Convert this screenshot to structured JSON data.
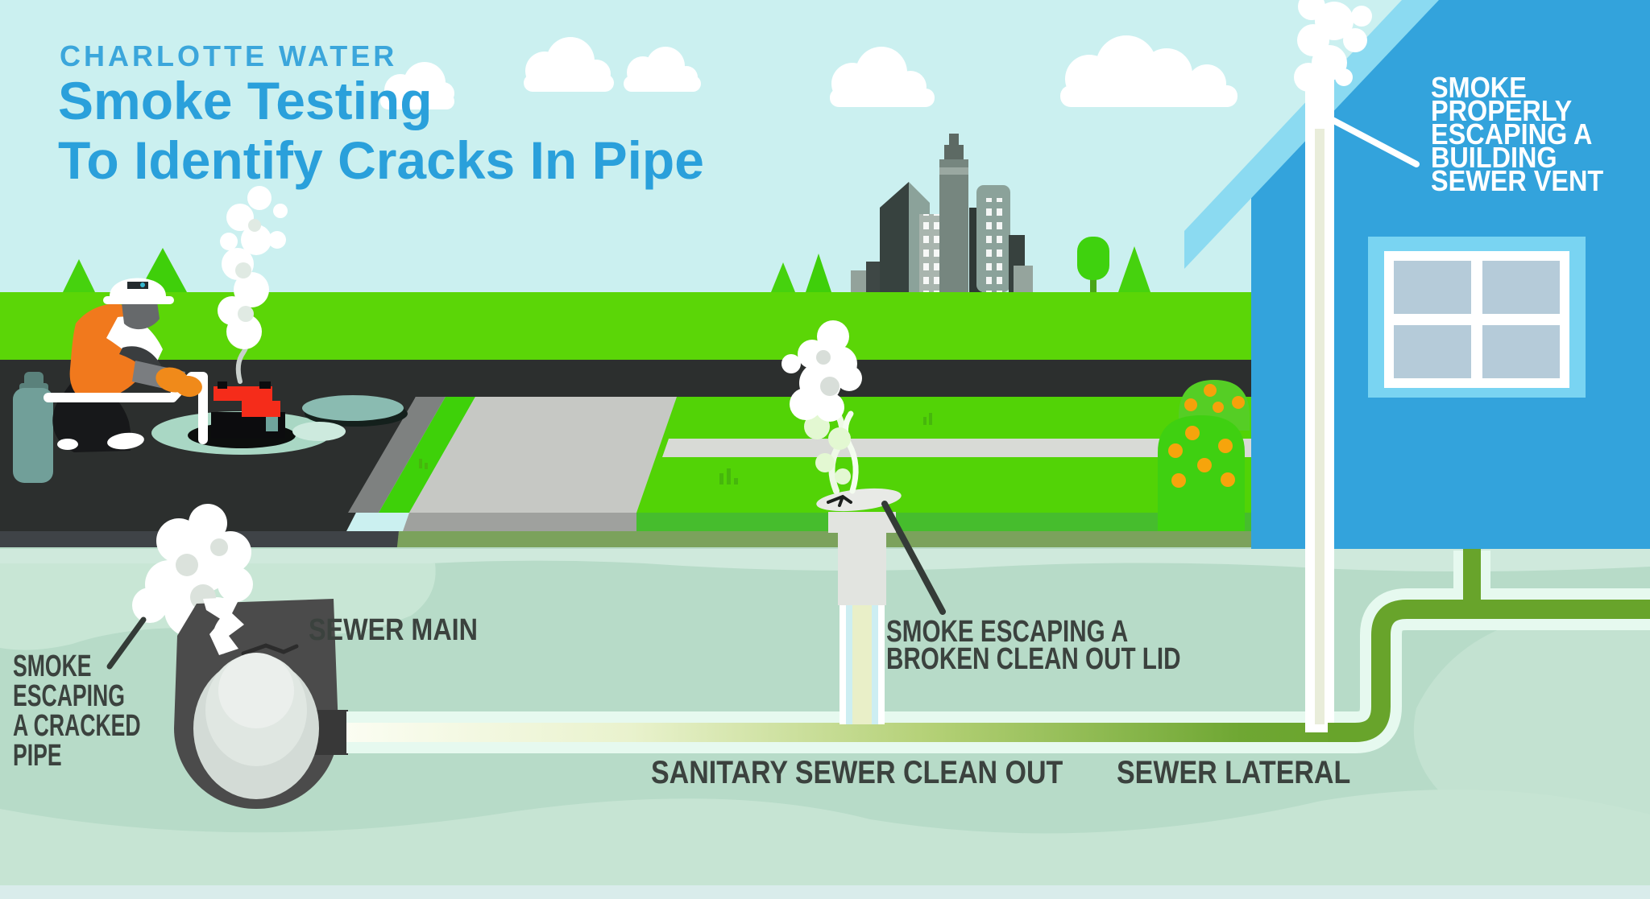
{
  "title": {
    "eyebrow": "CHARLOTTE WATER",
    "line1": "Smoke Testing",
    "line2": "To Identify Cracks In Pipe"
  },
  "labels": {
    "vent": {
      "lines": [
        "SMOKE",
        "PROPERLY",
        "ESCAPING A",
        "BUILDING",
        "SEWER VENT"
      ]
    },
    "cracked_pipe": {
      "lines": [
        "SMOKE",
        "ESCAPING",
        "A CRACKED",
        "PIPE"
      ]
    },
    "sewer_main": "SEWER MAIN",
    "clean_out_lid": {
      "lines": [
        "SMOKE ESCAPING A",
        "BROKEN CLEAN OUT LID"
      ]
    },
    "sanitary_clean_out": "SANITARY SEWER CLEAN OUT",
    "sewer_lateral": "SEWER LATERAL"
  },
  "colors": {
    "sky": "#cbf0f0",
    "eyebrow_blue": "#3ba6db",
    "title_blue": "#2aa0db",
    "label_dark": "#3b423e",
    "label_white": "#ffffff",
    "grass_green": "#5bd607",
    "lawn_green": "#52d306",
    "road_dark": "#2c2f2e",
    "sidewalk_gray": "#d8dad6",
    "underground_sage": "#b7dbc8",
    "house_blue": "#33a3dc",
    "roof_light_blue": "#8bdaf1",
    "window_pane": "#b5cbd9",
    "pipe_green": "#68a42b",
    "pipe_halo_mint": "#e6f9ef",
    "sewer_main_gray": "#4b4b4b",
    "safety_orange": "#f1791d",
    "machine_red": "#f52c1a",
    "smoke_white": "#ffffff"
  },
  "scene": {
    "elements": [
      "cloud",
      "city-skyline",
      "tree",
      "lawn-bush",
      "house",
      "roof",
      "window",
      "building-sewer-vent-pipe",
      "vent-smoke",
      "worker-figure",
      "hard-hat",
      "gas-cylinder",
      "air-hose",
      "smoke-blower-machine",
      "open-manhole",
      "manhole-cover",
      "road",
      "curb",
      "driveway",
      "sidewalk",
      "grass",
      "underground",
      "sewer-main-pipe",
      "pipe-crack",
      "crack-smoke",
      "clean-out-riser",
      "broken-clean-out-lid",
      "clean-out-smoke",
      "sewer-lateral-pipe",
      "pointer-line"
    ]
  }
}
